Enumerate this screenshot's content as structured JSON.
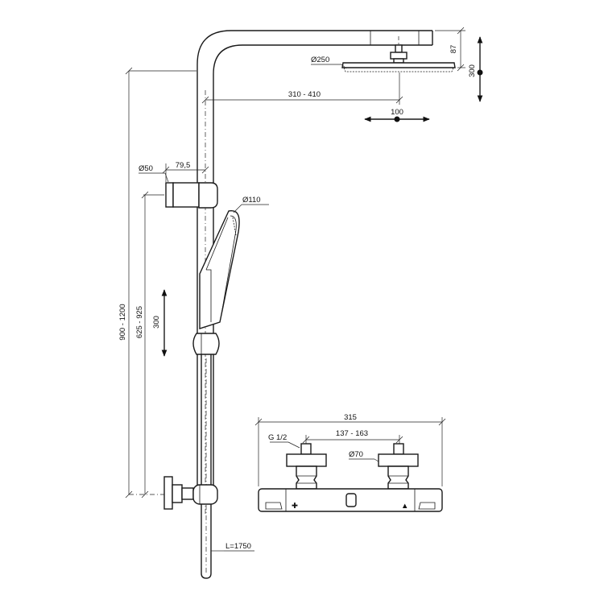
{
  "dimensions": {
    "head_drop": "87",
    "head_height_adjust": "300",
    "head_diameter": "Ø250",
    "arm_reach": "310 - 410",
    "arm_adjust": "100",
    "holder_diameter": "Ø50",
    "holder_offset": "79,5",
    "hand_shower_diameter": "Ø110",
    "overall_height": "900 - 1200",
    "holder_height": "625 - 925",
    "slider_travel": "300",
    "hose_length": "L=1750",
    "valve_width": "315",
    "inlet_thread": "G 1/2",
    "inlet_centres": "137 - 163",
    "escutcheon_diameter": "Ø70"
  }
}
